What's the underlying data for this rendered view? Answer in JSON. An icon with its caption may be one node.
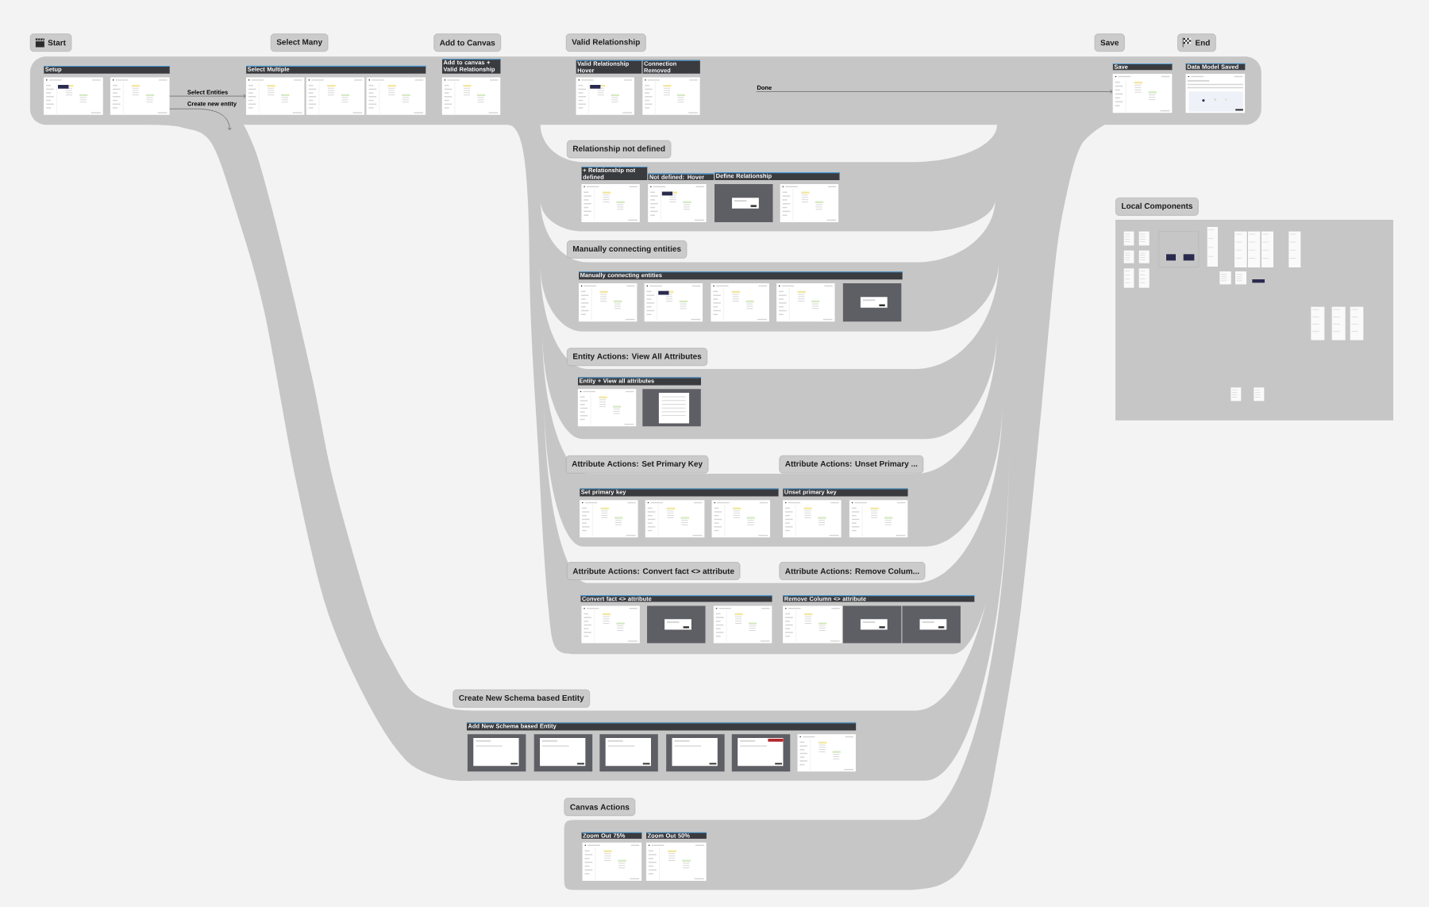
{
  "diagram": {
    "nodes": [
      {
        "text": [
          "Start"
        ]
      },
      {
        "text": [
          "Setup"
        ]
      },
      {
        "text": [
          "Select Many"
        ]
      },
      {
        "text": [
          "Select Multiple"
        ]
      },
      {
        "text": [
          "Add to Canvas"
        ]
      },
      {
        "text": [
          "Add to canvas + Valid Relationship"
        ]
      },
      {
        "text": [
          "Valid Relationship"
        ]
      },
      {
        "text": [
          "Valid Relationship Hover"
        ]
      },
      {
        "text": [
          "Connection Removed"
        ]
      },
      {
        "text": [
          "Save"
        ]
      },
      {
        "text": [
          "Save"
        ]
      },
      {
        "text": [
          "End"
        ]
      },
      {
        "text": [
          "Data Model Saved"
        ]
      },
      {
        "text": [
          "Relationship not defined"
        ]
      },
      {
        "text": [
          "+ Relationship not defined"
        ]
      },
      {
        "text": [
          "Not defined: Hover"
        ]
      },
      {
        "text": [
          "Define Relationship"
        ]
      },
      {
        "text": [
          "Local Components"
        ]
      },
      {
        "text": [
          "Manually connecting entities"
        ]
      },
      {
        "text": [
          "Manually connecting entities"
        ]
      },
      {
        "text": [
          "Entity Actions: View All Attributes"
        ]
      },
      {
        "text": [
          "Entity + View all attributes"
        ]
      },
      {
        "text": [
          "Attribute Actions: Set Primary Key"
        ]
      },
      {
        "text": [
          "Attribute Actions: Unset Primary ..."
        ]
      },
      {
        "text": [
          "Set primary key"
        ]
      },
      {
        "text": [
          "Unset primary key"
        ]
      },
      {
        "text": [
          "Attribute Actions: Convert fact <> attribute"
        ]
      },
      {
        "text": [
          "Attribute Actions: Remove Colum..."
        ]
      },
      {
        "text": [
          "Convert fact <> attribute"
        ]
      },
      {
        "text": [
          "Remove Column <> attribute"
        ]
      },
      {
        "text": [
          "Create New Schema based Entity"
        ]
      },
      {
        "text": [
          "Add New Schema based Entity"
        ]
      },
      {
        "text": [
          "Canvas Actions"
        ]
      },
      {
        "text": [
          "Zoom Out 75%"
        ]
      },
      {
        "text": [
          "Zoom Out 50%"
        ]
      }
    ],
    "edges": [
      {
        "from": 1,
        "to": 3,
        "arrow": "to",
        "label": "Select Entities"
      },
      {
        "from": 1,
        "to": null,
        "arrow": "to",
        "label": "Create new entity"
      },
      {
        "from": null,
        "to": 10,
        "arrow": "to",
        "label": "Done"
      }
    ]
  }
}
